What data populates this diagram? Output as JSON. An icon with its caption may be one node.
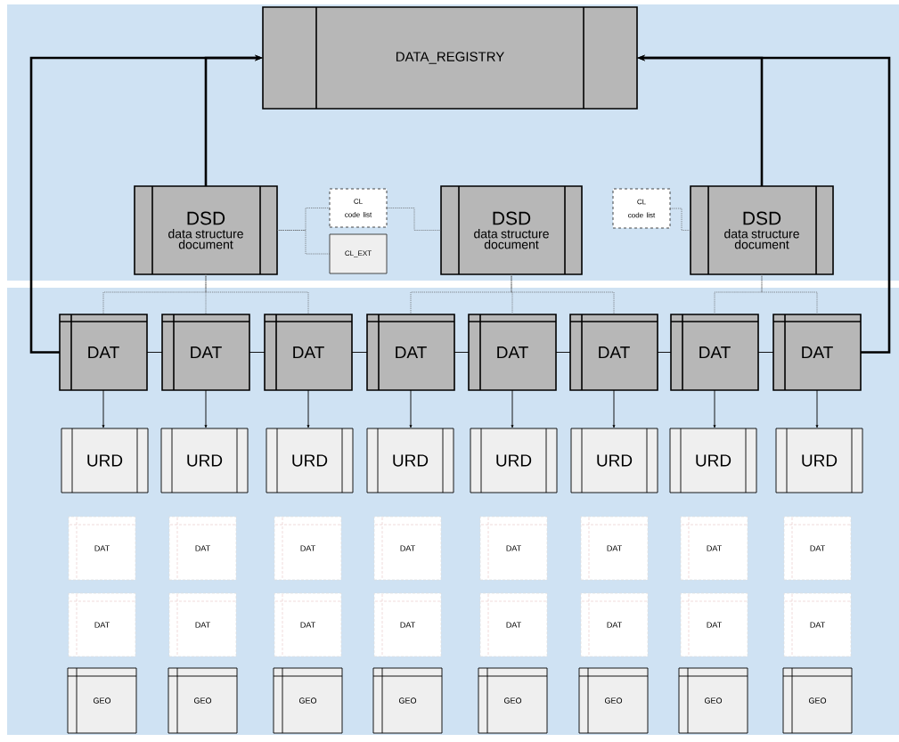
{
  "diagram": {
    "nodes": [
      {
        "text": [
          "DATA_REGISTRY"
        ]
      },
      {
        "text": [
          "DSD",
          "data structure document"
        ]
      },
      {
        "text": [
          "CL",
          "code list"
        ]
      },
      {
        "text": [
          "CL_EXT"
        ]
      },
      {
        "text": [
          "DSD",
          "data structure document"
        ]
      },
      {
        "text": [
          "CL",
          "code list"
        ]
      },
      {
        "text": [
          "DSD",
          "data structure document"
        ]
      },
      {
        "text": [
          "DAT"
        ]
      },
      {
        "text": [
          "DAT"
        ]
      },
      {
        "text": [
          "DAT"
        ]
      },
      {
        "text": [
          "DAT"
        ]
      },
      {
        "text": [
          "DAT"
        ]
      },
      {
        "text": [
          "DAT"
        ]
      },
      {
        "text": [
          "DAT"
        ]
      },
      {
        "text": [
          "DAT"
        ]
      },
      {
        "text": [
          "URD"
        ]
      },
      {
        "text": [
          "URD"
        ]
      },
      {
        "text": [
          "URD"
        ]
      },
      {
        "text": [
          "URD"
        ]
      },
      {
        "text": [
          "URD"
        ]
      },
      {
        "text": [
          "URD"
        ]
      },
      {
        "text": [
          "URD"
        ]
      },
      {
        "text": [
          "URD"
        ]
      },
      {
        "text": [
          "DAT"
        ]
      },
      {
        "text": [
          "DAT"
        ]
      },
      {
        "text": [
          "DAT"
        ]
      },
      {
        "text": [
          "DAT"
        ]
      },
      {
        "text": [
          "DAT"
        ]
      },
      {
        "text": [
          "DAT"
        ]
      },
      {
        "text": [
          "DAT"
        ]
      },
      {
        "text": [
          "DAT"
        ]
      },
      {
        "text": [
          "DAT"
        ]
      },
      {
        "text": [
          "DAT"
        ]
      },
      {
        "text": [
          "DAT"
        ]
      },
      {
        "text": [
          "DAT"
        ]
      },
      {
        "text": [
          "DAT"
        ]
      },
      {
        "text": [
          "DAT"
        ]
      },
      {
        "text": [
          "DAT"
        ]
      },
      {
        "text": [
          "DAT"
        ]
      },
      {
        "text": [
          "GEO"
        ]
      },
      {
        "text": [
          "GEO"
        ]
      },
      {
        "text": [
          "GEO"
        ]
      },
      {
        "text": [
          "GEO"
        ]
      },
      {
        "text": [
          "GEO"
        ]
      },
      {
        "text": [
          "GEO"
        ]
      },
      {
        "text": [
          "GEO"
        ]
      },
      {
        "text": [
          "GEO"
        ]
      }
    ],
    "edges": [
      {
        "from": 7,
        "to": 0,
        "arrow": "to",
        "style": "thick"
      },
      {
        "from": 1,
        "to": 0,
        "arrow": "to",
        "style": "thick"
      },
      {
        "from": 14,
        "to": 0,
        "arrow": "to",
        "style": "thick"
      },
      {
        "from": 6,
        "to": 0,
        "arrow": "to",
        "style": "thick"
      },
      {
        "from": 1,
        "to": 2,
        "arrow": "none",
        "style": "dashed"
      },
      {
        "from": 1,
        "to": 3,
        "arrow": "none",
        "style": "dashed"
      },
      {
        "from": 2,
        "to": 4,
        "arrow": "none",
        "style": "dashed"
      },
      {
        "from": 5,
        "to": 6,
        "arrow": "none",
        "style": "dashed"
      },
      {
        "from": 1,
        "to": 7,
        "arrow": "none",
        "style": "dashed"
      },
      {
        "from": 1,
        "to": 8,
        "arrow": "none",
        "style": "dashed"
      },
      {
        "from": 1,
        "to": 9,
        "arrow": "none",
        "style": "dashed"
      },
      {
        "from": 4,
        "to": 10,
        "arrow": "none",
        "style": "dashed"
      },
      {
        "from": 4,
        "to": 11,
        "arrow": "none",
        "style": "dashed"
      },
      {
        "from": 4,
        "to": 12,
        "arrow": "none",
        "style": "dashed"
      },
      {
        "from": 6,
        "to": 13,
        "arrow": "none",
        "style": "dashed"
      },
      {
        "from": 6,
        "to": 14,
        "arrow": "none",
        "style": "dashed"
      },
      {
        "from": 7,
        "to": 8,
        "arrow": "none"
      },
      {
        "from": 8,
        "to": 9,
        "arrow": "none"
      },
      {
        "from": 9,
        "to": 10,
        "arrow": "none"
      },
      {
        "from": 10,
        "to": 11,
        "arrow": "none"
      },
      {
        "from": 11,
        "to": 12,
        "arrow": "none"
      },
      {
        "from": 12,
        "to": 13,
        "arrow": "none"
      },
      {
        "from": 13,
        "to": 14,
        "arrow": "none"
      },
      {
        "from": 7,
        "to": 15,
        "arrow": "to"
      },
      {
        "from": 8,
        "to": 16,
        "arrow": "to"
      },
      {
        "from": 9,
        "to": 17,
        "arrow": "to"
      },
      {
        "from": 10,
        "to": 18,
        "arrow": "to"
      },
      {
        "from": 11,
        "to": 19,
        "arrow": "to"
      },
      {
        "from": 12,
        "to": 20,
        "arrow": "to"
      },
      {
        "from": 13,
        "to": 21,
        "arrow": "to"
      },
      {
        "from": 14,
        "to": 22,
        "arrow": "to"
      }
    ]
  }
}
